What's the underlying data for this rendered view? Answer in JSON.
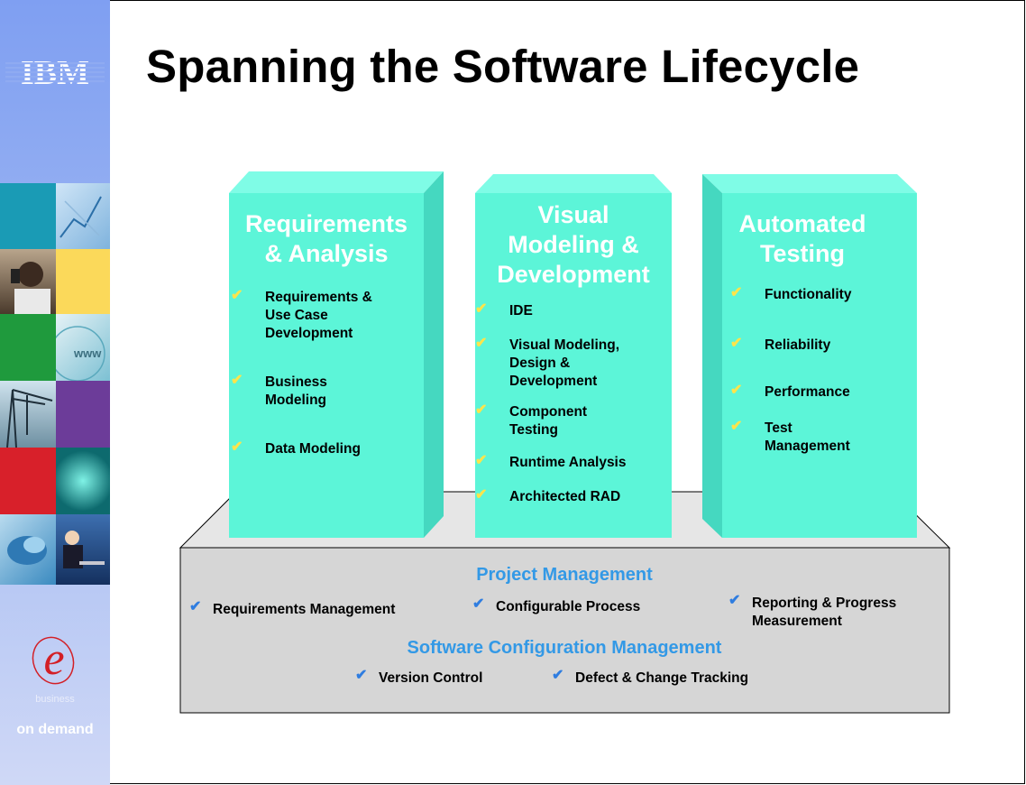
{
  "slide": {
    "title": "Spanning the Software Lifecycle"
  },
  "branding": {
    "company_logo_text": "IBM",
    "ebusiness_letter": "e",
    "business_caption": "business",
    "tagline": "on demand"
  },
  "pillars": [
    {
      "heading": [
        "Requirements",
        "& Analysis"
      ],
      "items": [
        [
          "Requirements &",
          "Use Case",
          "Development"
        ],
        [
          "Business",
          "Modeling"
        ],
        [
          "Data Modeling"
        ]
      ]
    },
    {
      "heading": [
        "Visual",
        "Modeling &",
        "Development"
      ],
      "items": [
        [
          "IDE"
        ],
        [
          "Visual Modeling,",
          "Design &",
          "Development"
        ],
        [
          "Component",
          "Testing"
        ],
        [
          "Runtime Analysis"
        ],
        [
          "Architected RAD"
        ]
      ]
    },
    {
      "heading": [
        "Automated",
        "Testing"
      ],
      "items": [
        [
          "Functionality"
        ],
        [
          "Reliability"
        ],
        [
          "Performance"
        ],
        [
          "Test",
          "Management"
        ]
      ]
    }
  ],
  "base": {
    "project_management_title": "Project Management",
    "project_management_items": [
      [
        "Requirements Management"
      ],
      [
        "Configurable Process"
      ],
      [
        "Reporting & Progress",
        "Measurement"
      ]
    ],
    "scm_title": "Software Configuration Management",
    "scm_items": [
      [
        "Version Control"
      ],
      [
        "Defect & Change Tracking"
      ]
    ]
  },
  "colors": {
    "pillar_front": "#5cf5d8",
    "pillar_top": "#7ffce6",
    "pillar_side": "#45d8c0",
    "base_front": "#d6d6d6",
    "base_top": "#e6e6e6",
    "section_title": "#3399e6",
    "pillar_check": "#ffe44a",
    "base_check": "#2f7de0",
    "sidebar": "#8fabf2"
  }
}
